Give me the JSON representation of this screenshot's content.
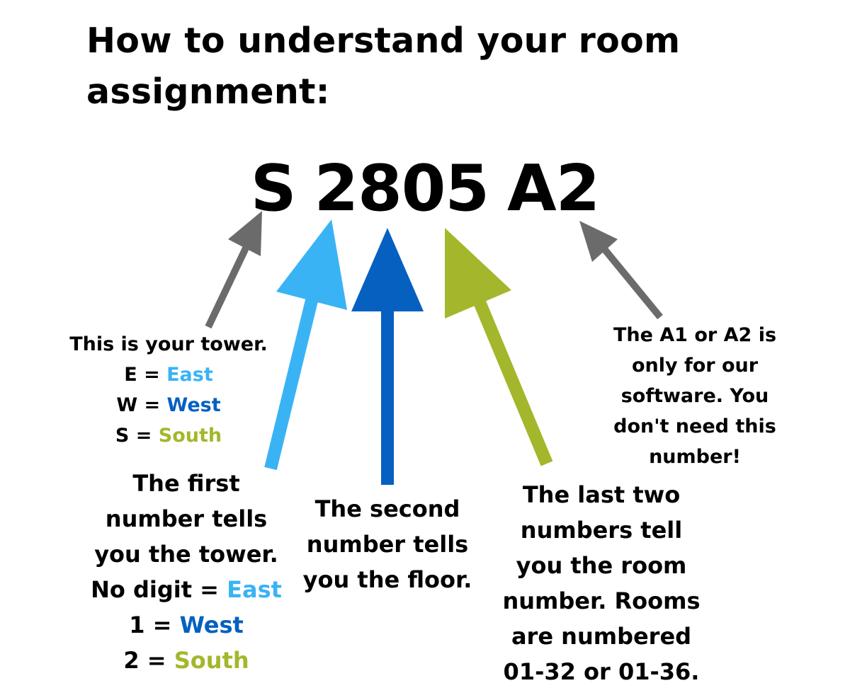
{
  "title": {
    "line1": "How to understand your room",
    "line2": "assignment:"
  },
  "room_code": {
    "tower_letter": "S",
    "number": "2805",
    "suffix": "A2"
  },
  "colors": {
    "east": "#3ab3f5",
    "west": "#0560c0",
    "south": "#a4b72c",
    "gray_arrow": "#6b6b6b"
  },
  "tower_note": {
    "heading": "This is your tower.",
    "east_key": "E = ",
    "east_val": "East",
    "west_key": "W = ",
    "west_val": "West",
    "south_key": "S = ",
    "south_val": "South"
  },
  "first_number_note": {
    "line1": "The first",
    "line2": "number tells",
    "line3": "you the tower.",
    "east_key": "No digit = ",
    "east_val": "East",
    "west_key": "1 = ",
    "west_val": "West",
    "south_key": "2 = ",
    "south_val": "South"
  },
  "second_number_note": {
    "line1": "The second",
    "line2": "number tells",
    "line3": "you the floor."
  },
  "last_two_note": {
    "line1": "The last two",
    "line2": "numbers tell",
    "line3": "you the room",
    "line4": "number. Rooms",
    "line5": "are numbered",
    "line6": "01-32 or 01-36."
  },
  "suffix_note": {
    "line1": "The A1 or A2 is",
    "line2": "only for our",
    "line3": "software. You",
    "line4": "don't need this",
    "line5": "number!"
  }
}
